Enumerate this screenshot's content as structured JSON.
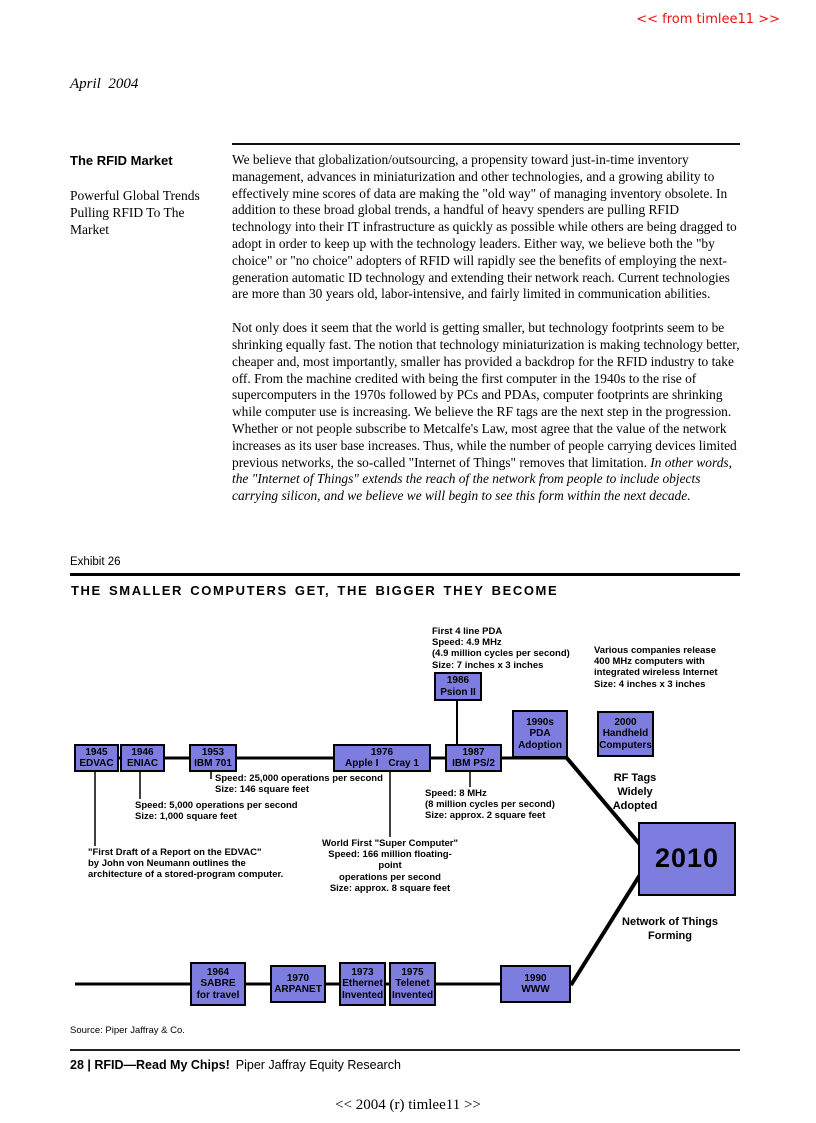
{
  "page": {
    "watermark_top": "<< from timlee11 >>",
    "watermark_bottom": "<< 2004 (r) timlee11 >>",
    "date": "April  2004",
    "footer_bold": "28 | RFID—Read My Chips!",
    "footer_regular": "Piper Jaffray Equity Research"
  },
  "sidebar": {
    "heading": "The RFID Market",
    "subheading": "Powerful Global Trends Pulling RFID To The Market"
  },
  "body": {
    "paragraph1": "We believe that globalization/outsourcing, a propensity toward just-in-time inventory management, advances in miniaturization and other technologies, and a growing ability to effectively mine scores of data are making the \"old way\" of managing inventory obsolete. In addition to these broad global trends, a handful of heavy spenders are pulling RFID technology into their IT infrastructure as quickly as possible while others are being dragged to adopt in order to keep up with the technology leaders. Either way, we believe both the \"by choice\" or \"no choice\" adopters of RFID will rapidly see the benefits of employing the next-generation automatic ID technology and extending their network reach. Current technologies are more than 30 years old, labor-intensive, and fairly limited in communication abilities.",
    "paragraph2_regular": "Not only does it seem that the world is getting smaller, but technology footprints seem to be shrinking equally fast. The notion that technology miniaturization is making technology better, cheaper and, most importantly, smaller has provided a backdrop for the RFID industry to take off. From the machine credited with being the first computer in the 1940s to the rise of supercomputers in the 1970s followed by PCs and PDAs, computer footprints are shrinking while computer use is increasing. We believe the RF tags are the next step in the progression. Whether or not people subscribe to Metcalfe's Law, most agree that the value of the network increases as its user base increases. Thus, while the number of people carrying devices limited previous networks, the so-called \"Internet of Things\" removes that limitation. ",
    "paragraph2_italic": "In other words, the \"Internet of Things\" extends the reach of the network from people to include objects carrying silicon, and we believe we will begin to see this form within the next decade."
  },
  "exhibit": {
    "label": "Exhibit 26",
    "title": "THE SMALLER COMPUTERS GET, THE BIGGER THEY BECOME",
    "source": "Source: Piper Jaffray & Co.",
    "colors": {
      "box_fill": "#7d7de0",
      "box_border": "#000000",
      "line_color": "#000000",
      "watermark_red": "#ee1111"
    },
    "milestones": {
      "edvac": {
        "year": "1945",
        "name": "EDVAC"
      },
      "eniac": {
        "year": "1946",
        "name": "ENIAC"
      },
      "ibm701": {
        "year": "1953",
        "name": "IBM 701"
      },
      "apple_cray": {
        "year": "1976",
        "name1": "Apple I",
        "name2": "Cray 1"
      },
      "psion": {
        "year": "1986",
        "name": "Psion II"
      },
      "ps2": {
        "year": "1987",
        "name": "IBM PS/2"
      },
      "pda": {
        "year": "1990s",
        "name": "PDA\nAdoption"
      },
      "handheld": {
        "year": "2000",
        "name": "Handheld\nComputers"
      },
      "endpoint": {
        "year": "2010"
      },
      "sabre": {
        "year": "1964",
        "name": "SABRE\nfor travel"
      },
      "arpanet": {
        "year": "1970",
        "name": "ARPANET"
      },
      "ethernet": {
        "year": "1973",
        "name": "Ethernet\nInvented"
      },
      "telenet": {
        "year": "1975",
        "name": "Telenet\nInvented"
      },
      "www": {
        "year": "1990",
        "name": "WWW"
      }
    },
    "notes": {
      "psion": "First 4 line PDA\nSpeed: 4.9 MHz\n(4.9 million cycles per second)\nSize: 7 inches x 3 inches",
      "handheld": "Various companies release\n400 MHz computers with\nintegrated wireless Internet\nSize: 4 inches x 3 inches",
      "ibm701": "Speed: 25,000 operations per second\nSize: 146 square feet",
      "eniac": "Speed: 5,000 operations per second\nSize: 1,000 square feet",
      "edvac": "\"First Draft of a Report on the EDVAC\"\nby John von Neumann outlines the\narchitecture of a stored-program computer.",
      "ps2": "Speed: 8 MHz\n(8 million cycles per second)\nSize: approx. 2 square feet",
      "cray": "World First \"Super Computer\"\nSpeed: 166 million floating-point\noperations per second\nSize: approx. 8 square feet",
      "rf_tags": "RF Tags\nWidely\nAdopted",
      "network": "Network of Things\nForming"
    }
  }
}
